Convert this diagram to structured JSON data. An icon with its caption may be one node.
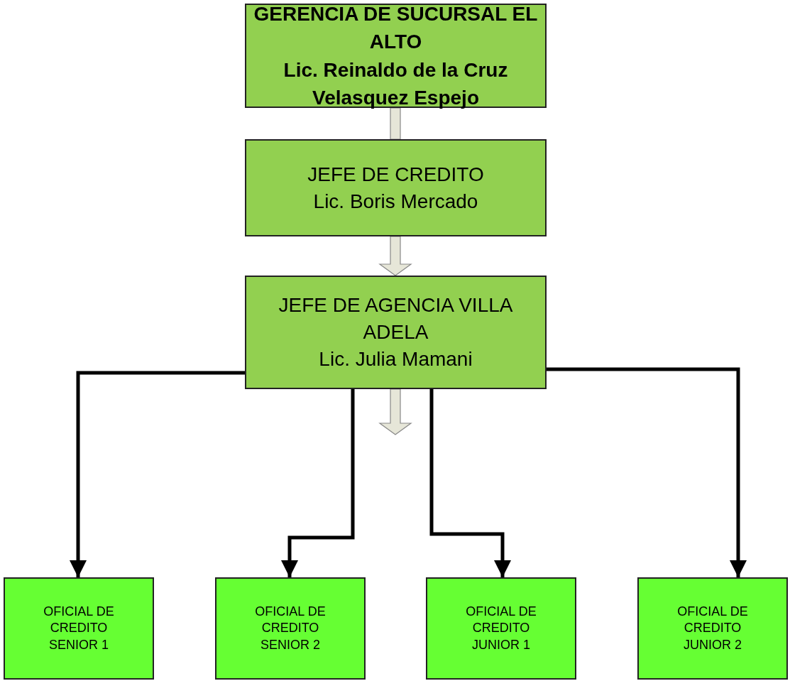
{
  "diagram": {
    "nodes": [
      {
        "text": [
          "GERENCIA DE SUCURSAL EL ALTO",
          "Lic. Reinaldo de la Cruz Velasquez Espejo"
        ]
      },
      {
        "text": [
          "JEFE DE CREDITO",
          "Lic. Boris Mercado"
        ]
      },
      {
        "text": [
          "JEFE DE AGENCIA VILLA ADELA",
          "Lic. Julia Mamani"
        ]
      },
      {
        "text": [
          "OFICIAL DE CREDITO SENIOR 1"
        ]
      },
      {
        "text": [
          "OFICIAL DE CREDITO SENIOR 2"
        ]
      },
      {
        "text": [
          "OFICIAL DE CREDITO JUNIOR 1"
        ]
      },
      {
        "text": [
          "OFICIAL DE CREDITO JUNIOR 2"
        ]
      }
    ],
    "edges": [
      {
        "from": 0,
        "to": 1,
        "arrow": "none",
        "style": "thick",
        "color": "#e6e6d8"
      },
      {
        "from": 1,
        "to": 2,
        "arrow": "to",
        "style": "thick",
        "color": "#e6e6d8"
      },
      {
        "from": 2,
        "to": null,
        "arrow": "to",
        "style": "thick",
        "color": "#e6e6d8"
      },
      {
        "from": 2,
        "to": 3,
        "arrow": "to"
      },
      {
        "from": 2,
        "to": 4,
        "arrow": "to"
      },
      {
        "from": 2,
        "to": 5,
        "arrow": "to"
      },
      {
        "from": 2,
        "to": 6,
        "arrow": "to"
      }
    ]
  }
}
